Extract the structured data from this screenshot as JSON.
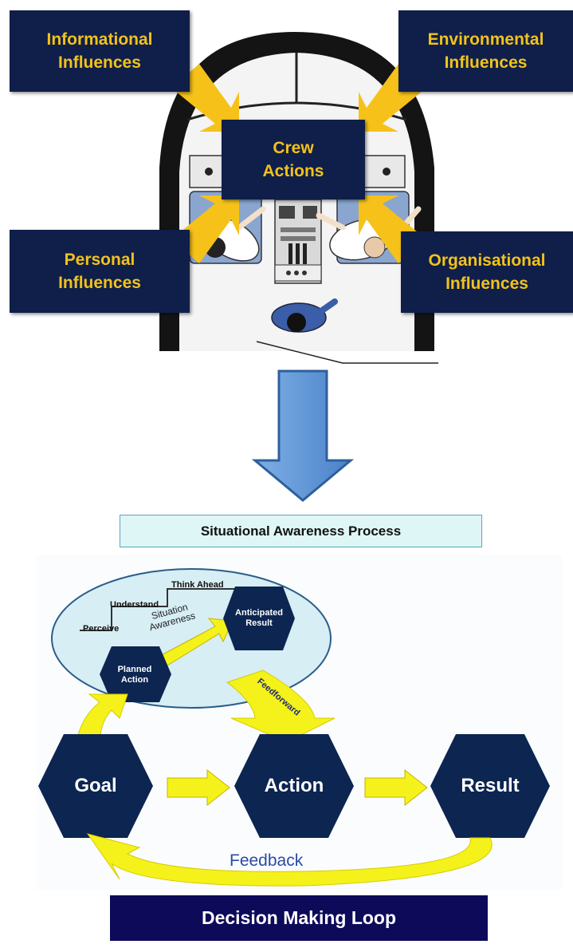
{
  "influences": {
    "informational": "Informational\nInfluences",
    "environmental": "Environmental\nInfluences",
    "personal": "Personal\nInfluences",
    "organisational": "Organisational\nInfluences",
    "crew_actions": "Crew\nActions"
  },
  "situational_awareness": {
    "title": "Situational Awareness Process",
    "steps": [
      "Perceive",
      "Understand",
      "Think Ahead"
    ],
    "center_label": "Situation\nAwareness",
    "planned_action": "Planned\nAction",
    "anticipated_result": "Anticipated\nResult",
    "feedforward": "Feedforward"
  },
  "decision_loop": {
    "title": "Decision Making Loop",
    "nodes": [
      "Goal",
      "Action",
      "Result"
    ],
    "feedback": "Feedback"
  },
  "colors": {
    "navy": "#0f1f4a",
    "gold_text": "#f2c21b",
    "arrow_gold": "#f6c21a",
    "yellow": "#f4f21a",
    "blue_arrow": "#5b93d3",
    "hex_fill": "#0c2551"
  }
}
